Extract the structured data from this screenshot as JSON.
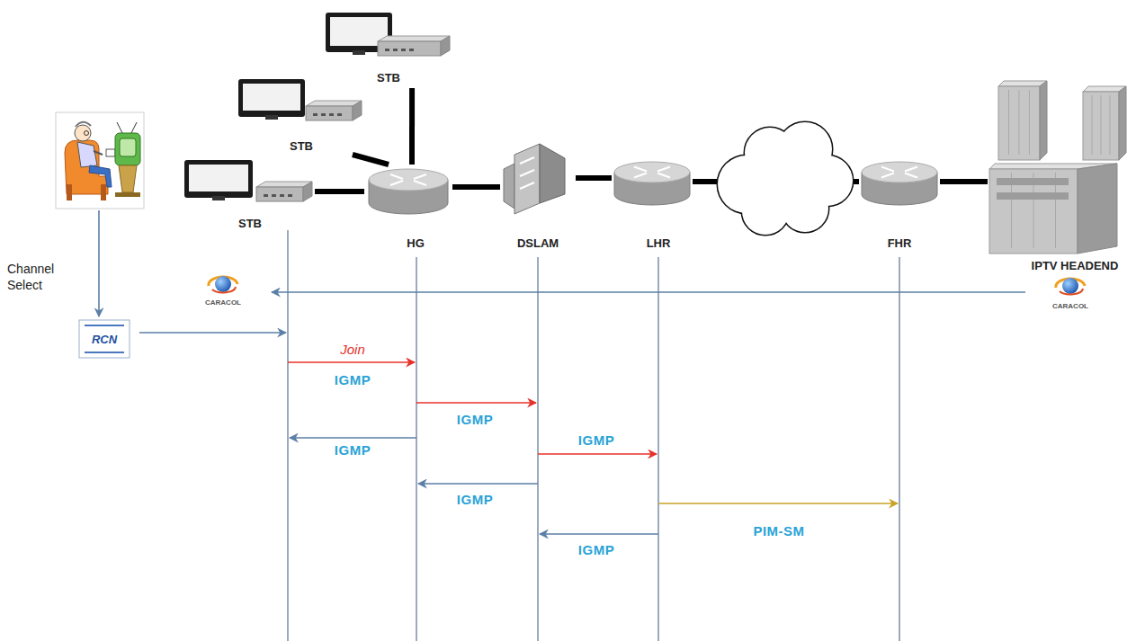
{
  "diagram": {
    "nodes": [
      {
        "text": [
          "STB"
        ]
      },
      {
        "text": [
          "STB"
        ]
      },
      {
        "text": [
          "STB"
        ]
      },
      {
        "text": [
          "HG"
        ]
      },
      {
        "text": [
          "DSLAM"
        ]
      },
      {
        "text": [
          "LHR"
        ]
      },
      {
        "text": [
          "FHR"
        ]
      },
      {
        "text": [
          "IPTV HEADEND"
        ]
      }
    ],
    "edges": [
      {
        "from": 0,
        "to": 3,
        "arrow": "none"
      },
      {
        "from": 1,
        "to": 3,
        "arrow": "none"
      },
      {
        "from": 2,
        "to": 3,
        "arrow": "none"
      },
      {
        "from": 3,
        "to": 4,
        "arrow": "none"
      },
      {
        "from": 4,
        "to": 5,
        "arrow": "none"
      },
      {
        "from": 5,
        "to": 6,
        "arrow": "none"
      },
      {
        "from": 6,
        "to": 7,
        "arrow": "none"
      }
    ],
    "labels": [
      "Channel Select",
      "CARACOL",
      "CARACOL",
      "RCN",
      "Join",
      "IGMP",
      "IGMP",
      "IGMP",
      "IGMP",
      "IGMP",
      "PIM-SM",
      "IGMP"
    ]
  }
}
